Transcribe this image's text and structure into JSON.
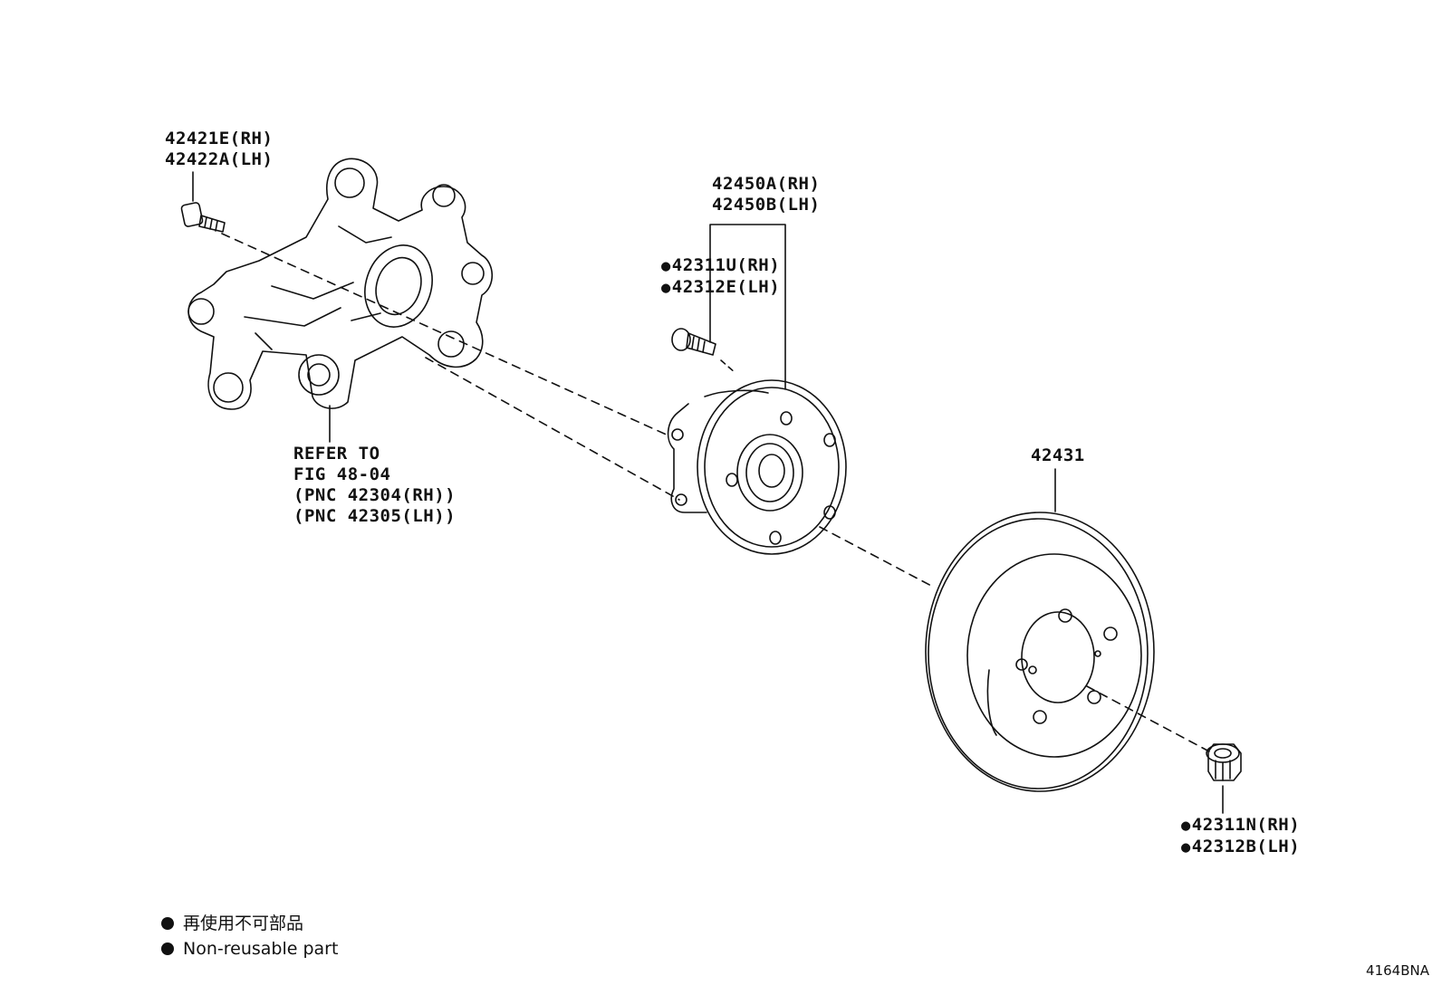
{
  "parts": {
    "bolt": {
      "lines": [
        "42421E(RH)",
        "42422A(LH)"
      ],
      "icon": "bolt-icon"
    },
    "knuckle_ref": {
      "lines": [
        "REFER TO",
        "FIG 48-04",
        "(PNC 42304(RH))",
        "(PNC 42305(LH))"
      ],
      "icon": "knuckle-icon"
    },
    "hub_bearing": {
      "lines": [
        "42450A(RH)",
        "42450B(LH)"
      ],
      "icon": "hub-bearing-icon"
    },
    "hub_bolt": {
      "lines": [
        "42311U(RH)",
        "42312E(LH)"
      ],
      "non_reusable": true,
      "icon": "hub-bolt-icon"
    },
    "disc": {
      "lines": [
        "42431"
      ],
      "icon": "brake-disc-icon"
    },
    "nut": {
      "lines": [
        "42311N(RH)",
        "42312B(LH)"
      ],
      "non_reusable": true,
      "icon": "nut-icon"
    }
  },
  "legend": {
    "items": [
      "再使用不可部品",
      "Non-reusable part"
    ]
  },
  "figure_id": "4164BNA",
  "colors": {
    "line": "#111111",
    "background": "#ffffff"
  }
}
